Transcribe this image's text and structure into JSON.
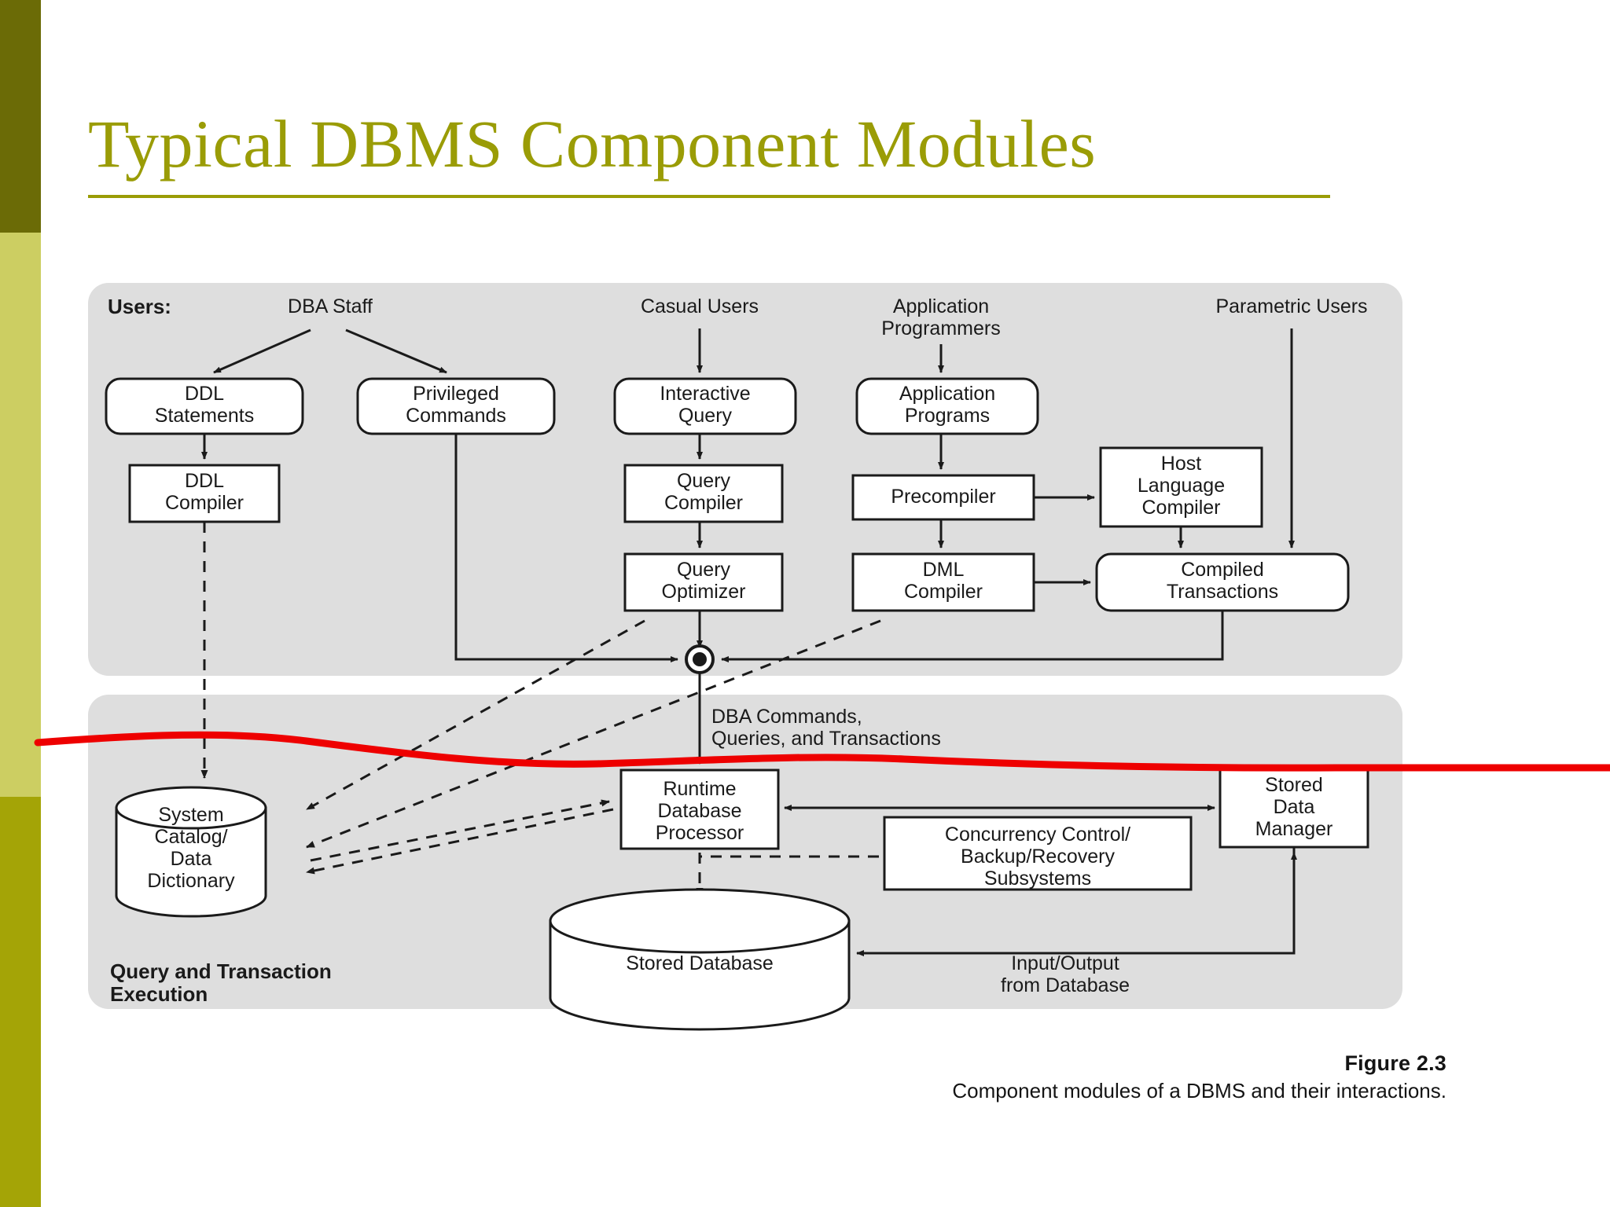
{
  "slide": {
    "title": "Typical DBMS Component Modules",
    "accent_color": "#9a9c06",
    "sidebar_colors": {
      "top": "#6b6b06",
      "middle": "#ccce62",
      "bottom": "#a4a406"
    },
    "annotation_color": "#ee0000"
  },
  "figure": {
    "panel_top_label": "Users:",
    "panel_bottom_label": "Query and Transaction\nExecution",
    "panel_fill": "#dedede",
    "caption_title": "Figure 2.3",
    "caption_text": "Component modules of a DBMS and their interactions.",
    "user_labels": [
      {
        "id": "dba-staff",
        "text": "DBA Staff"
      },
      {
        "id": "casual-users",
        "text": "Casual Users"
      },
      {
        "id": "application-programmers",
        "text": "Application\nProgrammers"
      },
      {
        "id": "parametric-users",
        "text": "Parametric Users"
      }
    ],
    "nodes": [
      {
        "id": "ddl-statements",
        "text": "DDL\nStatements",
        "shape": "rounded-rect"
      },
      {
        "id": "privileged-commands",
        "text": "Privileged\nCommands",
        "shape": "rounded-rect"
      },
      {
        "id": "interactive-query",
        "text": "Interactive\nQuery",
        "shape": "rounded-rect"
      },
      {
        "id": "application-programs",
        "text": "Application\nPrograms",
        "shape": "rounded-rect"
      },
      {
        "id": "ddl-compiler",
        "text": "DDL\nCompiler",
        "shape": "rect"
      },
      {
        "id": "query-compiler",
        "text": "Query\nCompiler",
        "shape": "rect"
      },
      {
        "id": "precompiler",
        "text": "Precompiler",
        "shape": "rect"
      },
      {
        "id": "host-language-compiler",
        "text": "Host\nLanguage\nCompiler",
        "shape": "rect"
      },
      {
        "id": "query-optimizer",
        "text": "Query\nOptimizer",
        "shape": "rect"
      },
      {
        "id": "dml-compiler",
        "text": "DML\nCompiler",
        "shape": "rect"
      },
      {
        "id": "compiled-transactions",
        "text": "Compiled\nTransactions",
        "shape": "rounded-rect"
      },
      {
        "id": "system-catalog",
        "text": "System\nCatalog/\nData\nDictionary",
        "shape": "cylinder"
      },
      {
        "id": "runtime-database-processor",
        "text": "Runtime\nDatabase\nProcessor",
        "shape": "rect"
      },
      {
        "id": "concurrency-control",
        "text": "Concurrency Control/\nBackup/Recovery\nSubsystems",
        "shape": "rect"
      },
      {
        "id": "stored-data-manager",
        "text": "Stored\nData\nManager",
        "shape": "rect"
      },
      {
        "id": "stored-database",
        "text": "Stored Database",
        "shape": "cylinder"
      }
    ],
    "edge_labels": [
      {
        "id": "dba-commands",
        "text": "DBA Commands,\nQueries, and Transactions"
      },
      {
        "id": "input-output",
        "text": "Input/Output\nfrom Database"
      }
    ]
  }
}
